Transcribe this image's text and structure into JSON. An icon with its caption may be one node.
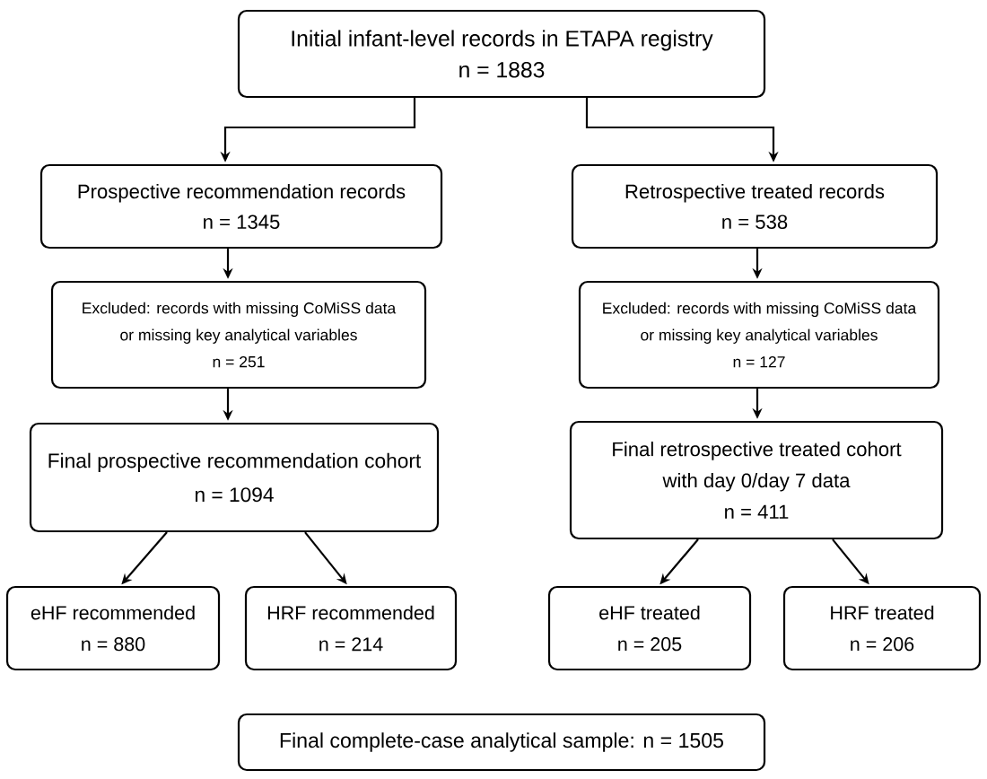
{
  "diagram": {
    "nodes": [
      {
        "text": [
          "Initial infant-level records in ETAPA registry",
          "n = 1883"
        ]
      },
      {
        "text": [
          "Prospective recommendation records",
          "n = 1345"
        ]
      },
      {
        "text": [
          "Retrospective treated records",
          "n = 538"
        ]
      },
      {
        "text": [
          "Excluded: records with missing CoMiSS data or missing key analytical variables",
          "n = 251"
        ]
      },
      {
        "text": [
          "Excluded: records with missing CoMiSS data or missing key analytical variables",
          "n = 127"
        ]
      },
      {
        "text": [
          "Final prospective recommendation cohort",
          "n = 1094"
        ]
      },
      {
        "text": [
          "Final retrospective treated cohort with day 0/day 7 data",
          "n = 411"
        ]
      },
      {
        "text": [
          "eHF recommended",
          "n = 880"
        ]
      },
      {
        "text": [
          "HRF recommended",
          "n = 214"
        ]
      },
      {
        "text": [
          "eHF treated",
          "n = 205"
        ]
      },
      {
        "text": [
          "HRF treated",
          "n = 206"
        ]
      },
      {
        "text": [
          "Final complete-case analytical sample: n = 1505"
        ]
      }
    ],
    "edges": [
      {
        "from": 0,
        "to": 1,
        "arrow": "to"
      },
      {
        "from": 0,
        "to": 2,
        "arrow": "to"
      },
      {
        "from": 1,
        "to": 3,
        "arrow": "to"
      },
      {
        "from": 2,
        "to": 4,
        "arrow": "to"
      },
      {
        "from": 3,
        "to": 5,
        "arrow": "to"
      },
      {
        "from": 4,
        "to": 6,
        "arrow": "to"
      },
      {
        "from": 5,
        "to": 7,
        "arrow": "to"
      },
      {
        "from": 5,
        "to": 8,
        "arrow": "to"
      },
      {
        "from": 6,
        "to": 9,
        "arrow": "to"
      },
      {
        "from": 6,
        "to": 10,
        "arrow": "to"
      }
    ]
  }
}
